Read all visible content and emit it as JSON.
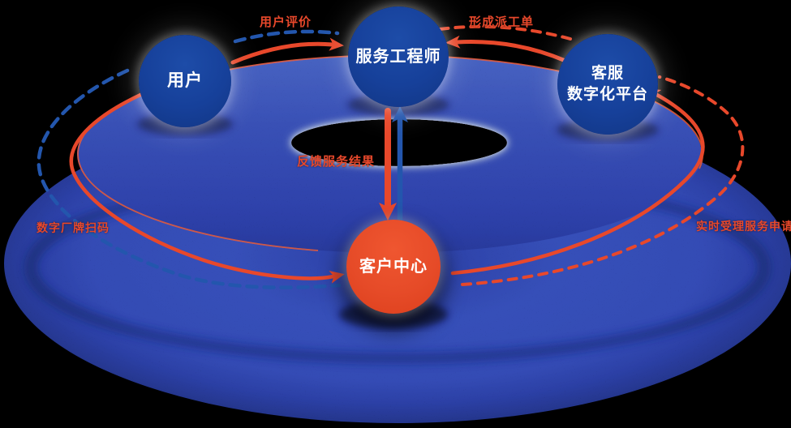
{
  "diagram": {
    "background_color": "#000000",
    "nodes": {
      "user": {
        "label": "用户",
        "color": "#17419b"
      },
      "engineer": {
        "label": "服务工程师",
        "color": "#17419b"
      },
      "platform": {
        "line1": "客服",
        "line2": "数字化平台",
        "color": "#17419b"
      },
      "center": {
        "label": "客户中心",
        "color": "#e64b28"
      }
    },
    "flows": {
      "user_review": {
        "label": "用户评价",
        "from": "用户",
        "to": "服务工程师"
      },
      "dispatch_order": {
        "label": "形成派工单",
        "from": "客服数字化平台",
        "to": "服务工程师"
      },
      "feedback_result": {
        "label": "反馈服务结果",
        "from": "服务工程师",
        "to": "客户中心"
      },
      "plate_scan": {
        "label": "数字厂牌扫码",
        "from": "用户",
        "to": "客户中心"
      },
      "service_request": {
        "label": "实时受理服务申请",
        "from": "客户中心",
        "to": "客服数字化平台"
      }
    },
    "colors": {
      "flow_orange": "#e8482b",
      "flow_blue": "#2356ad",
      "platform_surface_blue": "#2b3f9b",
      "node_text": "#ffffff"
    }
  }
}
